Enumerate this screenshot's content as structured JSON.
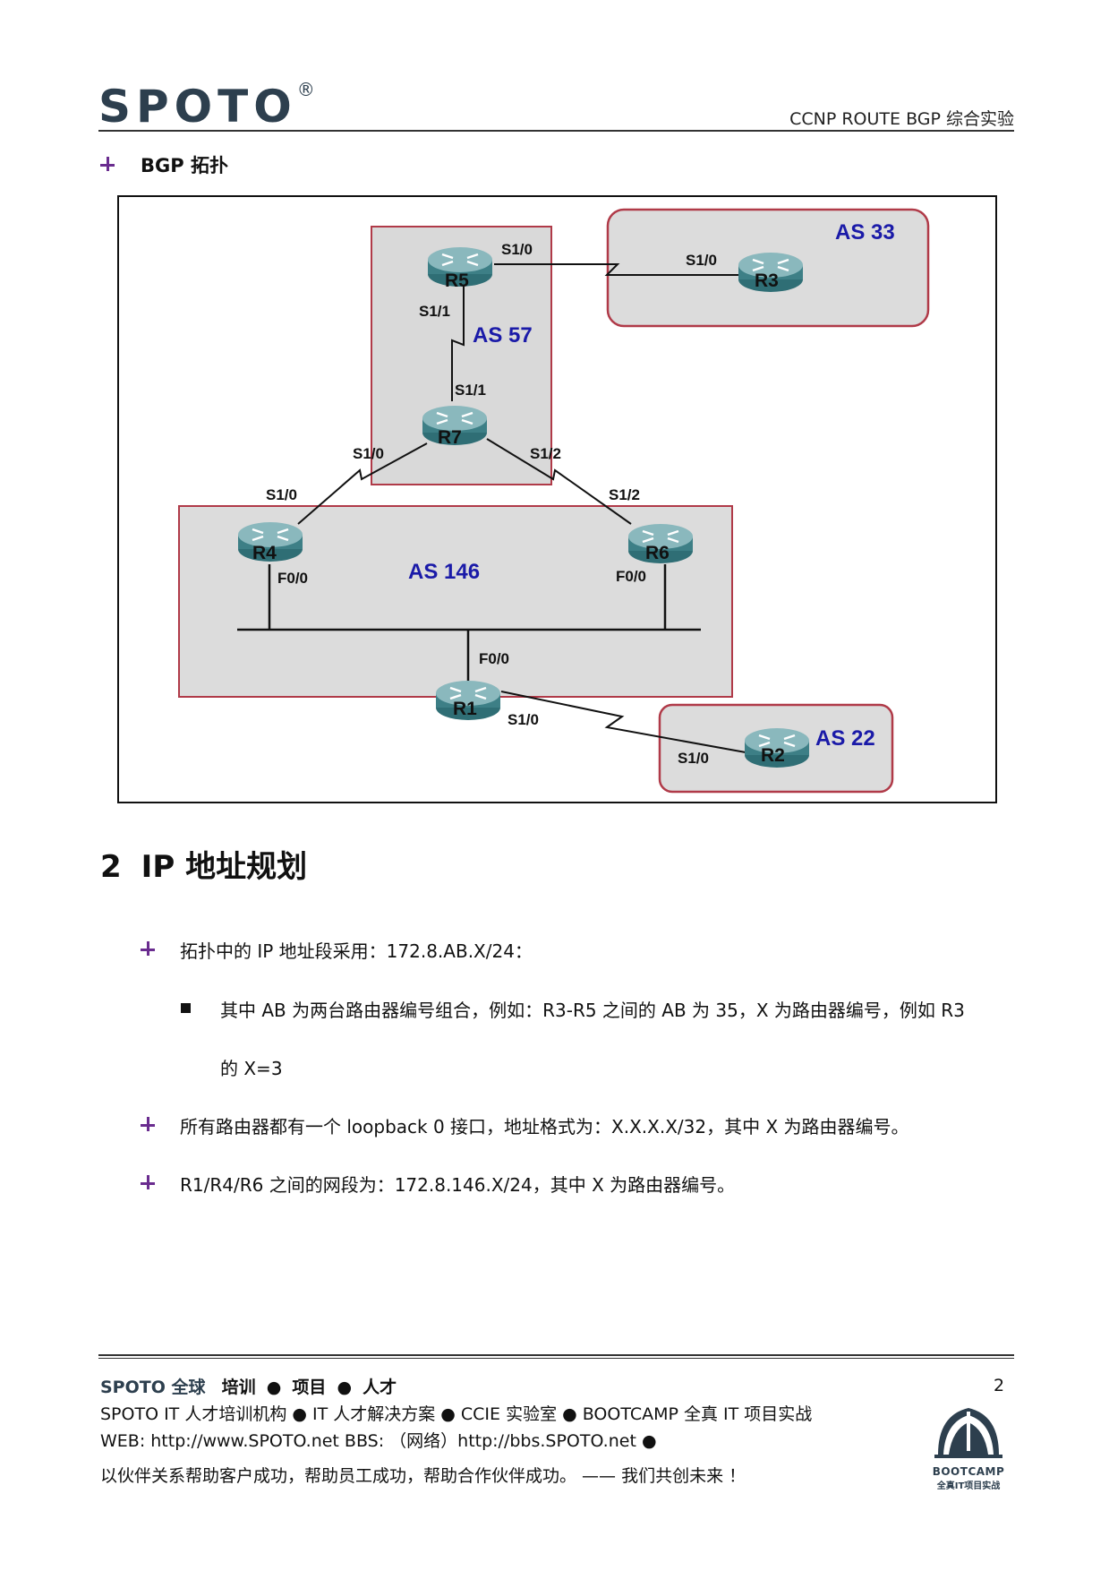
{
  "header": {
    "logo_text": "SPOTO",
    "logo_mark": "®",
    "doc_title": "CCNP ROUTE BGP 综合实验"
  },
  "topology": {
    "heading": "BGP 拓扑",
    "as_labels": {
      "as33": "AS 33",
      "as57": "AS 57",
      "as146": "AS 146",
      "as22": "AS 22"
    },
    "routers": {
      "r5": "R5",
      "r3": "R3",
      "r7": "R7",
      "r4": "R4",
      "r6": "R6",
      "r1": "R1",
      "r2": "R2"
    },
    "interfaces": {
      "r5_s10": "S1/0",
      "r3_s10": "S1/0",
      "r5_s11": "S1/1",
      "r7_s11": "S1/1",
      "r7_s10": "S1/0",
      "r7_s12": "S1/2",
      "r4_s10": "S1/0",
      "r6_s12": "S1/2",
      "r4_f00": "F0/0",
      "r6_f00": "F0/0",
      "r1_f00": "F0/0",
      "r1_s10": "S1/0",
      "r2_s10": "S1/0"
    },
    "colors": {
      "as_label": "#1a1aa8",
      "as33_fill": "#dcdcdc",
      "as57_fill": "#d8d8d8",
      "as_border": "#b03a48",
      "router_body": "#3d7f86",
      "router_top": "#8ab8bd"
    }
  },
  "section": {
    "number": "2",
    "title": "IP 地址规划"
  },
  "items": [
    "拓扑中的 IP 地址段采用：172.8.AB.X/24：",
    "其中 AB 为两台路由器编号组合，例如：R3-R5 之间的 AB 为 35，X 为路由器编号，例如 R3",
    "的 X=3",
    "所有路由器都有一个 loopback 0 接口，地址格式为：X.X.X.X/32，其中 X 为路由器编号。",
    "R1/R4/R6 之间的网段为：172.8.146.X/24，其中 X 为路由器编号。"
  ],
  "footer": {
    "brand": "SPOTO 全球",
    "slogan_parts": [
      "培训",
      "项目",
      "人才"
    ],
    "line2": "SPOTO IT 人才培训机构  ●  IT 人才解决方案  ●  CCIE 实验室  ●  BOOTCAMP  全真 IT 项目实战",
    "line3": "WEB: http://www.SPOTO.net     BBS: （网络）http://bbs.SPOTO.net   ●",
    "line4": "以伙伴关系帮助客户成功，帮助员工成功，帮助合作伙伴成功。  ——  我们共创未来 ！",
    "page_number": "2",
    "bootcamp_name": "BOOTCAMP",
    "bootcamp_sub": "全真IT项目实战"
  }
}
